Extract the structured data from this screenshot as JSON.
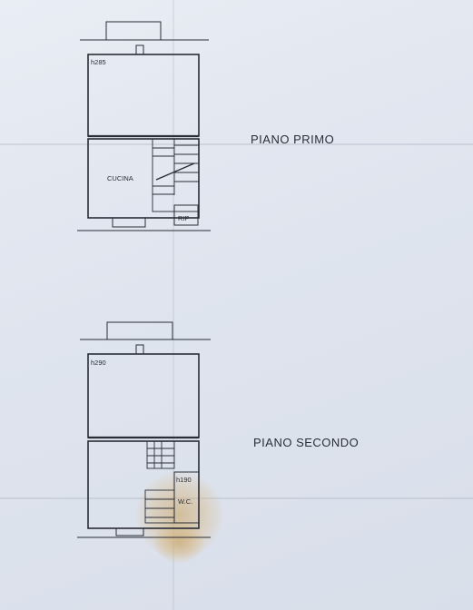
{
  "plans": [
    {
      "floor_label": "PIANO PRIMO",
      "height_note": "h285",
      "rooms": {
        "kitchen": "CUCINA",
        "storage": "RIP"
      }
    },
    {
      "floor_label": "PIANO SECONDO",
      "height_note": "h290",
      "rooms": {
        "lower_height": "h190",
        "bathroom": "W.C."
      }
    }
  ],
  "colors": {
    "paper": "#e3e7ef",
    "ink": "#2a2d36",
    "stain": "#c9a05a"
  }
}
